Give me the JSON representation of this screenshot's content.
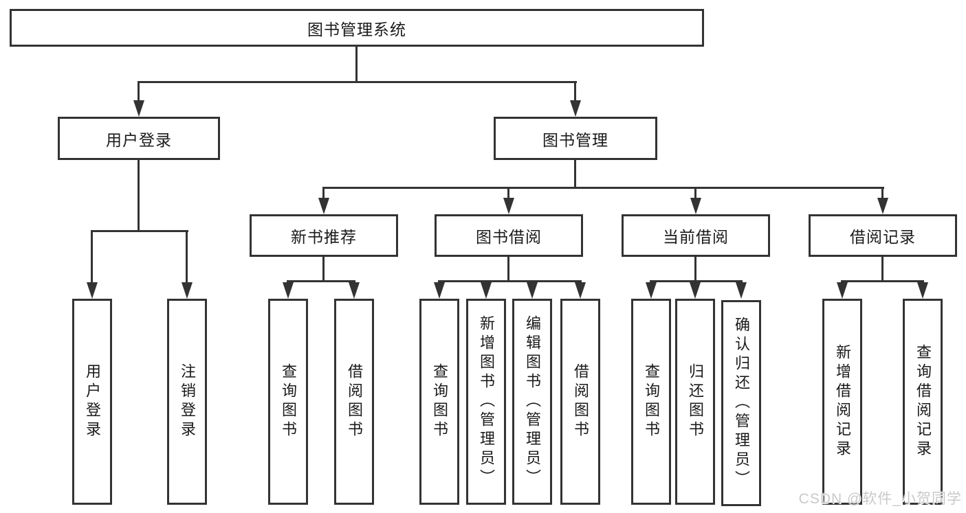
{
  "colors": {
    "line": "#333333",
    "text": "#1a1a1a",
    "watermark": "#c9c9c9",
    "background": "#ffffff"
  },
  "watermark": {
    "text": "CSDN @软件_小贺同学"
  },
  "tree": {
    "root": {
      "label": "图书管理系统"
    },
    "level2": [
      {
        "label": "用户登录"
      },
      {
        "label": "图书管理"
      }
    ],
    "level3": [
      {
        "label": "新书推荐"
      },
      {
        "label": "图书借阅"
      },
      {
        "label": "当前借阅"
      },
      {
        "label": "借阅记录"
      }
    ],
    "leaves": {
      "login": [
        "用户登录",
        "注销登录"
      ],
      "recommend": [
        "查询图书",
        "借阅图书"
      ],
      "borrowing": [
        "查询图书",
        "新增图书（管理员）",
        "编辑图书（管理员）",
        "借阅图书"
      ],
      "current": [
        "查询图书",
        "归还图书",
        "确认归还（管理员）"
      ],
      "records": [
        "新增借阅记录",
        "查询借阅记录"
      ]
    }
  }
}
